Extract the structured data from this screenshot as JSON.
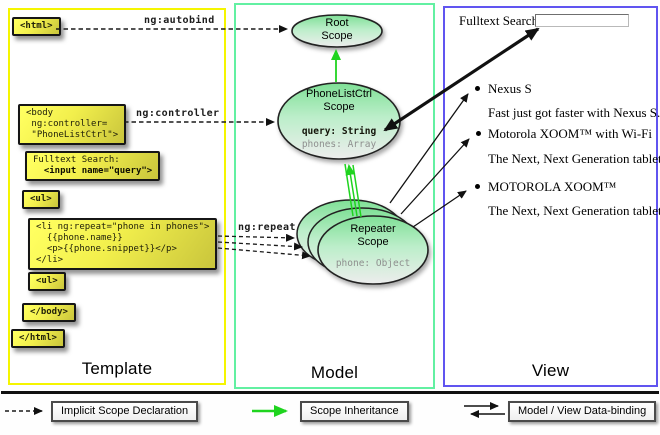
{
  "panels": {
    "template": {
      "label": "Template",
      "border_color": "#f5f500"
    },
    "model": {
      "label": "Model",
      "border_color": "#62f0a2"
    },
    "view": {
      "label": "View",
      "border_color": "#6054f0"
    }
  },
  "template": {
    "boxes": {
      "html_open": {
        "text": "<html>"
      },
      "body_open": {
        "lines": [
          "<body",
          " ng:controller=",
          " \"PhoneListCtrl\">"
        ]
      },
      "fulltext": {
        "lines": [
          "Fulltext Search:",
          "  <input name=\"query\">"
        ]
      },
      "ul_open_1": {
        "text": "<ul>"
      },
      "li_repeat": {
        "lines": [
          "<li ng:repeat=\"phone in phones\">",
          "  {{phone.name}}",
          "  <p>{{phone.snippet}}</p>",
          "</li>"
        ]
      },
      "ul_open_2": {
        "text": "<ul>"
      },
      "body_close": {
        "text": "</body>"
      },
      "html_close": {
        "text": "</html>"
      }
    },
    "arrow_labels": {
      "ng_autobind": "ng:autobind",
      "ng_controller": "ng:controller",
      "ng_repeat": "ng:repeat"
    }
  },
  "model": {
    "root_scope": {
      "line1": "Root",
      "line2": "Scope"
    },
    "phonelist_scope": {
      "line1": "PhoneListCtrl",
      "line2": "Scope",
      "prop1": "query: String",
      "prop2": "phones: Array"
    },
    "repeater_scope": {
      "line1": "Repeater",
      "line2": "Scope",
      "prop1": "phone: Object"
    }
  },
  "view": {
    "search_label": "Fulltext Search:",
    "search_value": "",
    "items": [
      {
        "title": "Nexus S",
        "desc": "Fast just got faster with Nexus S."
      },
      {
        "title": "Motorola XOOM™  with Wi-Fi",
        "desc": "The Next, Next Generation tablet."
      },
      {
        "title": "MOTOROLA XOOM™",
        "desc": "The Next, Next Generation tablet."
      }
    ]
  },
  "legend": {
    "implicit": {
      "label": "Implicit Scope Declaration",
      "arrow": "dashed-black"
    },
    "inheritance": {
      "label": "Scope Inheritance",
      "arrow": "green"
    },
    "binding": {
      "label": "Model / View Data-binding",
      "arrow": "double-black"
    }
  },
  "appearance": {
    "template_border": "#f5f500",
    "model_border": "#62f0a2",
    "view_border": "#6054f0",
    "code_box_gradient_top": "#ffff60",
    "code_box_gradient_bottom": "#c9c53c",
    "scope_fill_top": "#7fe096",
    "scope_fill_bottom": "#ededed",
    "inheritance_green": "#1fd41f",
    "arrow_black": "#111111"
  }
}
